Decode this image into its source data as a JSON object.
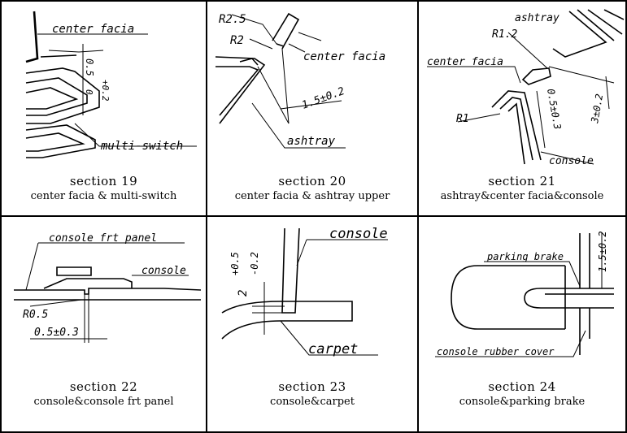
{
  "sections": [
    {
      "title": "section 19",
      "subtitle": "center facia & multi-switch",
      "labels": {
        "a": "center facia",
        "b": "multi-switch",
        "c": "0.5",
        "d": "+0.2",
        "e": "0"
      }
    },
    {
      "title": "section 20",
      "subtitle": "center facia &  ashtray upper",
      "labels": {
        "a": "R2.5",
        "b": "R2",
        "c": "center facia",
        "d": "1.5±0.2",
        "e": "ashtray"
      }
    },
    {
      "title": "section 21",
      "subtitle": "ashtray&center facia&console",
      "labels": {
        "a": "ashtray",
        "b": "R1.2",
        "c": "center facia",
        "d": "R1",
        "e": "0.5±0.3",
        "f": "3±0.2",
        "g": "console"
      }
    },
    {
      "title": "section 22",
      "subtitle": "console&console frt panel",
      "labels": {
        "a": "console frt panel",
        "b": "console",
        "c": "R0.5",
        "d": "0.5±0.3"
      }
    },
    {
      "title": "section 23",
      "subtitle": "console&carpet",
      "labels": {
        "a": "console",
        "b": "+0.5",
        "c": "-0.2",
        "d": "2",
        "e": "carpet"
      }
    },
    {
      "title": "section 24",
      "subtitle": "console&parking brake",
      "labels": {
        "a": "parking brake",
        "b": "1.5±0.2",
        "c": "console rubber cover"
      }
    }
  ]
}
